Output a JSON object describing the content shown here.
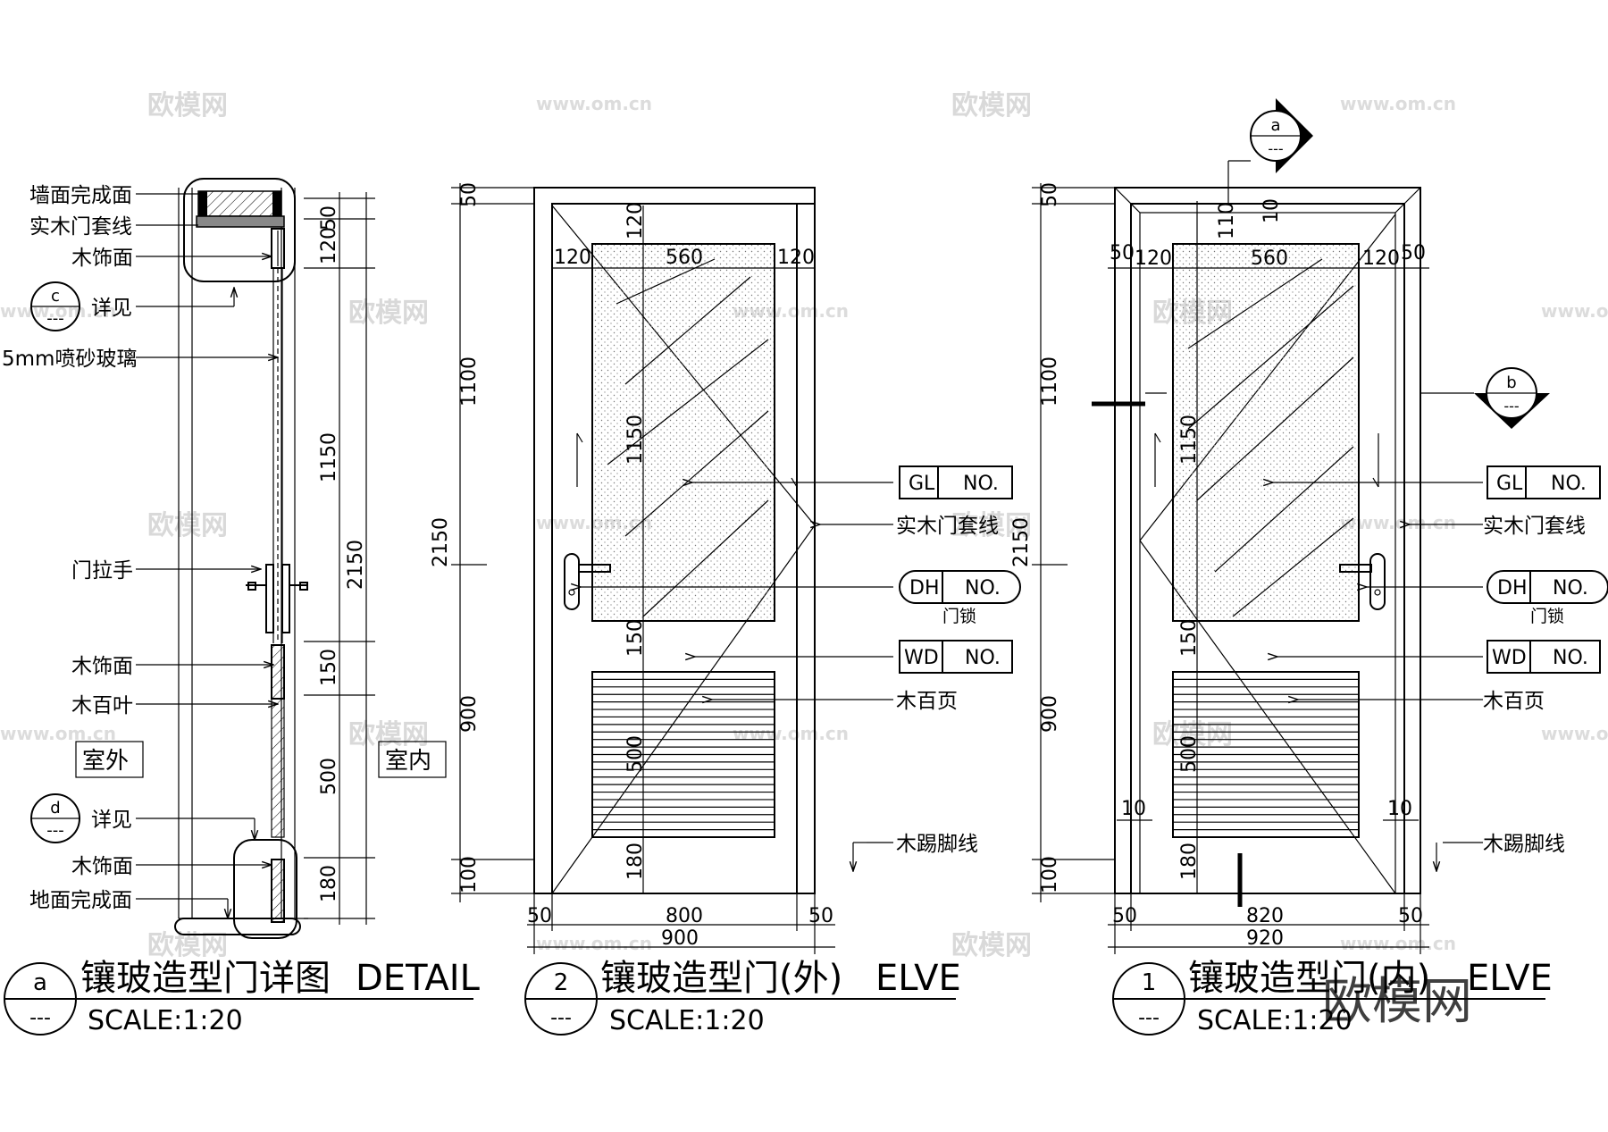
{
  "watermarks": {
    "logo": "欧模网",
    "site": "www.om.cn"
  },
  "detail": {
    "labels": {
      "wall_finish": "墙面完成面",
      "wood_casing": "实木门套线",
      "wood_finish_top": "木饰面",
      "see_c": "详见",
      "glass": "5mm喷砂玻璃",
      "handle": "门拉手",
      "wood_finish_mid": "木饰面",
      "wood_louver": "木百叶",
      "outside": "室外",
      "inside": "室内",
      "see_d": "详见",
      "wood_finish_bottom": "木饰面",
      "floor_finish": "地面完成面"
    },
    "callout_c": "c",
    "callout_d": "d",
    "dims": {
      "d50": "50",
      "d120": "120",
      "d1150": "1150",
      "d2150": "2150",
      "d150": "150",
      "d500": "500",
      "d180": "180"
    },
    "title_letter": "a",
    "title": "镶玻造型门详图",
    "title_en": "DETAIL",
    "scale": "SCALE:1:20"
  },
  "elev_out": {
    "dims": {
      "top50": "50",
      "h1100": "1100",
      "h2150": "2150",
      "h900": "900",
      "h100": "100",
      "w120a": "120",
      "w560": "560",
      "w120b": "120",
      "v120": "120",
      "v1150": "1150",
      "v150": "150",
      "v500": "500",
      "v180": "180",
      "b50a": "50",
      "b800": "800",
      "b50b": "50",
      "b900": "900"
    },
    "tags": {
      "gl": "GL",
      "gl_no": "NO.",
      "dh": "DH",
      "dh_no": "NO.",
      "wd": "WD",
      "wd_no": "NO."
    },
    "labels": {
      "casing": "实木门套线",
      "lock": "门锁",
      "louver": "木百页",
      "skirting": "木踢脚线"
    },
    "title_number": "2",
    "title": "镶玻造型门(外)",
    "title_en": "ELVE",
    "scale": "SCALE:1:20"
  },
  "elev_in": {
    "section_a": "a",
    "section_b": "b",
    "dims": {
      "top50": "50",
      "h1100": "1100",
      "h2150": "2150",
      "h900": "900",
      "h100": "100",
      "v110": "110",
      "v10": "10",
      "w50a": "50",
      "w120a": "120",
      "w560": "560",
      "w120b": "120",
      "w50b": "50",
      "v1150": "1150",
      "v150": "150",
      "v500": "500",
      "v180": "180",
      "s10a": "10",
      "s10b": "10",
      "b50a": "50",
      "b820": "820",
      "b50b": "50",
      "b920": "920"
    },
    "tags": {
      "gl": "GL",
      "gl_no": "NO.",
      "dh": "DH",
      "dh_no": "NO.",
      "wd": "WD",
      "wd_no": "NO."
    },
    "labels": {
      "casing": "实木门套线",
      "lock": "门锁",
      "louver": "木百页",
      "skirting": "木踢脚线"
    },
    "title_number": "1",
    "title": "镶玻造型门(内)",
    "title_en": "ELVE",
    "scale": "SCALE:1:20"
  },
  "dash": "---"
}
